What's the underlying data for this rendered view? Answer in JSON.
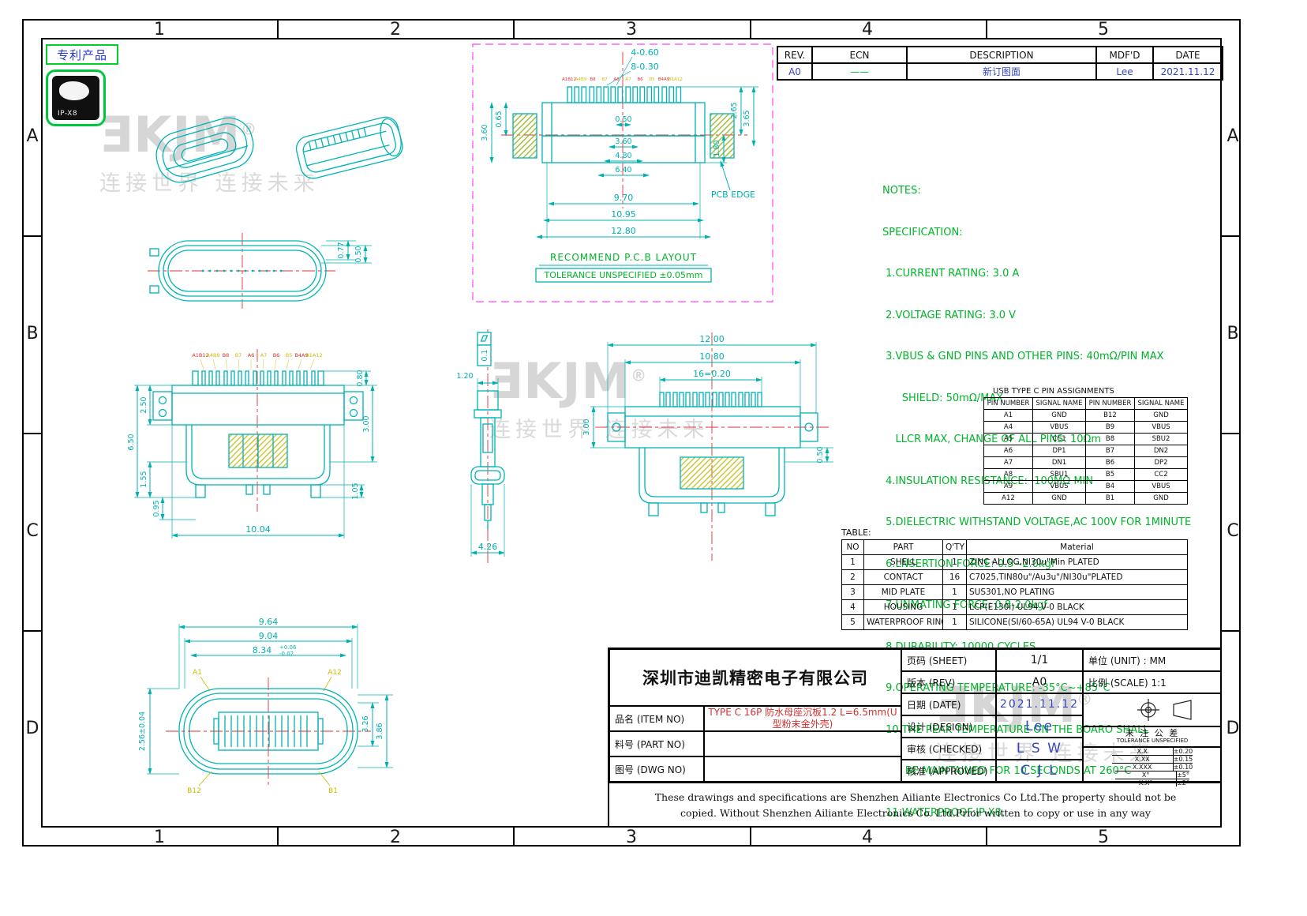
{
  "sheet": {
    "grid_cols": [
      "1",
      "2",
      "3",
      "4",
      "5"
    ],
    "grid_rows": [
      "A",
      "B",
      "C",
      "D"
    ]
  },
  "patent": {
    "label": "专利产品",
    "ip_rating": "IP-X8"
  },
  "watermark": {
    "logo": "ƎKJM",
    "reg": "®",
    "slogan": "连接世界  连接未来"
  },
  "revision_table": {
    "headers": [
      "REV.",
      "ECN",
      "DESCRIPTION",
      "MDF'D",
      "DATE"
    ],
    "row": {
      "rev": "A0",
      "ecn": "——",
      "description": "新订图面",
      "mdfd": "Lee",
      "date": "2021.11.12"
    }
  },
  "notes": {
    "title": "NOTES:",
    "lines": [
      "SPECIFICATION:",
      " 1.CURRENT RATING: 3.0 A",
      " 2.VOLTAGE RATING: 3.0 V",
      " 3.VBUS & GND PINS AND OTHER PINS: 40mΩ/PIN MAX",
      "      SHIELD: 50mΩ/MAX",
      "    LLCR MAX, CHANGE OF ALL PINS: 10Ωm",
      " 4.INSULATION RESISTANCE:  100MΩ MIN",
      " 5.DIELECTRIC WITHSTAND VOLTAGE,AC 100V FOR 1MINUTE",
      " 6.LNSERTION FORCE: 0.5~2.0kgf",
      " 7.UNMATING FORCE: 0.8-2.0kgf",
      " 8.DURABILITY: 10000 CYCLES",
      " 9.OPERATING TEMPERATURE: -35°C~+85°C",
      " 10.THE PEAK TEMPERATURE ON THE BOARO SHALL",
      "       BE MAINTAINED FOR 10 SECONDS AT 260°C",
      " 11.WATERPROOF:IP-X8."
    ]
  },
  "pin_table": {
    "title": "USB TYPE C PIN ASSIGNMENTS",
    "headers": [
      "PIN NUMBER",
      "SIGNAL NAME",
      "PIN NUMBER",
      "SIGNAL NAME"
    ],
    "rows": [
      [
        "A1",
        "GND",
        "B12",
        "GND"
      ],
      [
        "A4",
        "VBUS",
        "B9",
        "VBUS"
      ],
      [
        "A5",
        "CC1",
        "B8",
        "SBU2"
      ],
      [
        "A6",
        "DP1",
        "B7",
        "DN2"
      ],
      [
        "A7",
        "DN1",
        "B6",
        "DP2"
      ],
      [
        "A8",
        "SBU1",
        "B5",
        "CC2"
      ],
      [
        "A9",
        "VBUS",
        "B4",
        "VBUS"
      ],
      [
        "A12",
        "GND",
        "B1",
        "GND"
      ]
    ]
  },
  "materials_table": {
    "caption": "TABLE:",
    "headers": [
      "NO",
      "PART",
      "Q'TY",
      "Material"
    ],
    "rows": [
      [
        "1",
        "SHELL",
        "1",
        "ZINC ALLOG,NI30u\"Min PLATED"
      ],
      [
        "2",
        "CONTACT",
        "16",
        "C7025,TIN80u\"/Au3u\"/NI30u\"PLATED"
      ],
      [
        "3",
        "MID PLATE",
        "1",
        "SUS301,NO PLATING"
      ],
      [
        "4",
        "HOUSING",
        "1",
        "LCP(E130i) UL94 V-0 BLACK"
      ],
      [
        "5",
        "WATERPROOF RING",
        "1",
        "SILICONE(SI/60-65A) UL94 V-0 BLACK"
      ]
    ]
  },
  "title_block": {
    "company": "深圳市迪凯精密电子有限公司",
    "sheet_label": "页码 (SHEET)",
    "sheet_value": "1/1",
    "rev_label": "版本 (REV)",
    "rev_value": "A0",
    "date_label": "日期 (DATE)",
    "date_value": "2021.11.12",
    "design_label": "设计 (DESIGN)",
    "design_value": "Lee",
    "checked_label": "审核 (CHECKED)",
    "checked_value": "L S W",
    "approved_label": "核准 (APPROVED)",
    "approved_value": "C J L",
    "unit_label": "单位 (UNIT) : MM",
    "scale_label": "比例 (SCALE) 1:1",
    "item_label": "品名 (ITEM NO)",
    "item_value": "TYPE C 16P 防水母座沉板1.2 L=6.5mm(U型粉末金外壳)",
    "part_label": "料号 (PART NO)",
    "part_value": "",
    "dwg_label": "图号 (DWG NO)",
    "dwg_value": "",
    "tolerance_title_cn": "未 注 公 差",
    "tolerance_title_en": "TOLERANCE UNSPECIFIED",
    "tolerance_rows": [
      [
        "X.X",
        "±0.20"
      ],
      [
        "X.XX",
        "±0.15"
      ],
      [
        "X.XXX",
        "±0.10"
      ],
      [
        "X°",
        "±5°"
      ],
      [
        "X.X°",
        "±2°"
      ]
    ],
    "disclaimer": [
      "These drawings and specifications are Shenzhen Ailiante Electronics Co Ltd.The property should not be",
      "copied.  Without Shenzhen Ailiante Electronics Co. Ltd.Prior written to copy or use in any way"
    ]
  },
  "views": {
    "pcb": {
      "dim_holes_small": "4-0.60",
      "dim_holes_large": "8-0.30",
      "dim_050": "0.50",
      "dim_360_inner": "3.60",
      "dim_480": "4.80",
      "dim_640": "6.40",
      "dim_970": "9.70",
      "dim_1095": "10.95",
      "dim_1280": "12.80",
      "dim_065": "0.65",
      "dim_360": "3.60",
      "dim_265": "2.65",
      "dim_365": "3.65",
      "dim_180": "1.80",
      "pcb_edge_label": "PCB EDGE",
      "caption1": "RECOMMEND P.C.B LAYOUT",
      "caption2": "TOLERANCE UNSPECIFIED ±0.05mm"
    },
    "top": {
      "dim_077": "0.77",
      "dim_050": "0.50"
    },
    "front": {
      "pins": [
        "A1B12",
        "A4B9",
        "B8",
        "B7",
        "A6",
        "A7",
        "B6",
        "B5",
        "B4A9",
        "B1A12"
      ],
      "dim_250": "2.50",
      "dim_650": "6.50",
      "dim_155": "1.55",
      "dim_095": "0.95",
      "dim_080": "0.80",
      "dim_300": "3.00",
      "dim_105": "1.05",
      "dim_1004": "10.04"
    },
    "side": {
      "flatness": "0.1",
      "dim_120": "1.20",
      "dim_426": "4.26"
    },
    "rear": {
      "dim_1200": "12.00",
      "dim_1080": "10.80",
      "dim_pitch": "16=0.20",
      "dim_300": "3.00",
      "dim_050": "0.50"
    },
    "bottom": {
      "dim_964": "9.64",
      "dim_904": "9.04",
      "dim_834": "8.34",
      "dim_834_plus": "+0.06",
      "dim_834_minus": "-0.02",
      "dim_256": "2.56±0.04",
      "dim_326": "3.26",
      "dim_386": "3.86",
      "pin_a1": "A1",
      "pin_a12": "A12",
      "pin_b12": "B12",
      "pin_b1": "B1"
    }
  },
  "colors": {
    "drawing_line": "#00b4b4",
    "note_green": "#00b42a",
    "magenta_dashed": "#ff44ff",
    "centerline_red": "#e03030",
    "pin_label_red": "#e03030",
    "pin_label_yellow": "#c9bd00",
    "value_blue": "#3646c0",
    "item_red": "#d03030",
    "patent_green": "#00d028"
  }
}
